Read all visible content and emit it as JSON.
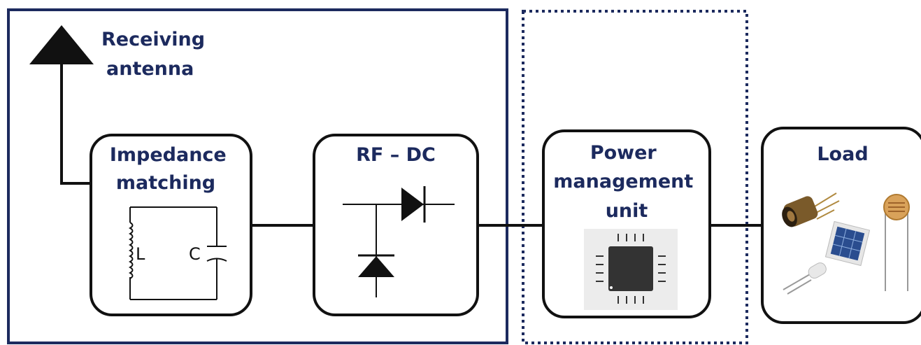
{
  "antenna": {
    "label_lines": [
      "Receiving",
      "antenna"
    ]
  },
  "blocks": {
    "impedance": {
      "label_lines": [
        "Impedance",
        "matching"
      ],
      "inductor_label": "L",
      "capacitor_label": "C"
    },
    "rfdc": {
      "label_lines": [
        "RF – DC"
      ]
    },
    "pmu": {
      "label_lines": [
        "Power",
        "management",
        "unit"
      ]
    },
    "load": {
      "label_lines": [
        "Load"
      ]
    }
  },
  "icons": {
    "antenna": "antenna-icon",
    "diode": "diode-icon",
    "chip": "ic-chip-icon",
    "load_components": [
      "phototransistor-icon",
      "solar-cell-icon",
      "photoresistor-icon",
      "led-icon"
    ]
  },
  "colors": {
    "navy": "#1c2a5e",
    "line": "#111111"
  }
}
